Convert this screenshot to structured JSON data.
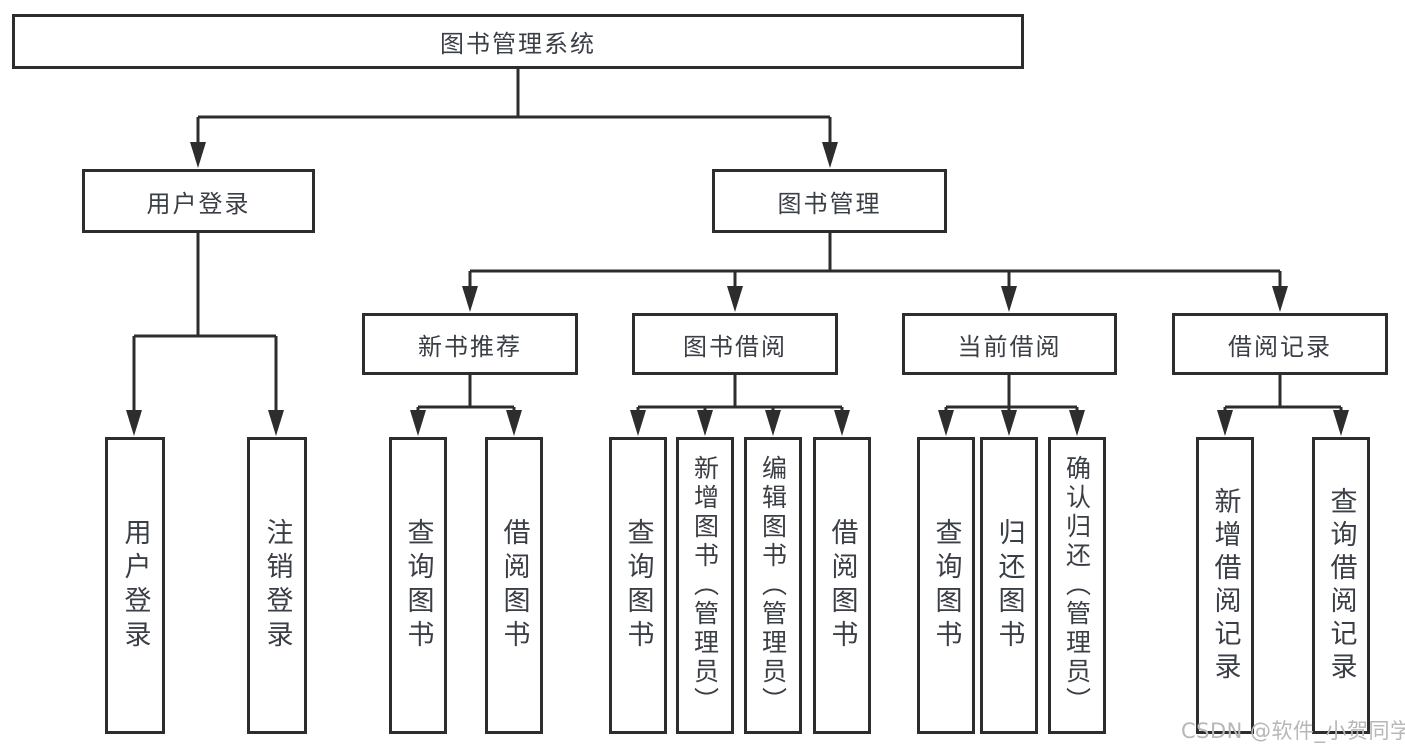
{
  "nodes": {
    "root": "图书管理系统",
    "user_login": "用户登录",
    "book_management": "图书管理",
    "new_book_recommend": "新书推荐",
    "book_borrow": "图书借阅",
    "current_borrow": "当前借阅",
    "borrow_records": "借阅记录",
    "login": "用户登录",
    "logout": "注销登录",
    "recommend_query_books": "查询图书",
    "recommend_borrow_books": "借阅图书",
    "borrow_query_books": "查询图书",
    "borrow_add_books": "新增图书（管理员）",
    "borrow_edit_books": "编辑图书（管理员）",
    "borrow_lend_books": "借阅图书",
    "current_query_books": "查询图书",
    "current_return_books": "归还图书",
    "current_confirm_return": "确认归还（管理员）",
    "records_add_record": "新增借阅记录",
    "records_query_record": "查询借阅记录"
  },
  "watermark": "CSDN @软件_小贺同学",
  "colors": {
    "line": "#2d2d2d",
    "box_border": "#2d2d2d",
    "text": "#3a3e45",
    "watermark": "#b9b6b6",
    "background": "#ffffff"
  }
}
